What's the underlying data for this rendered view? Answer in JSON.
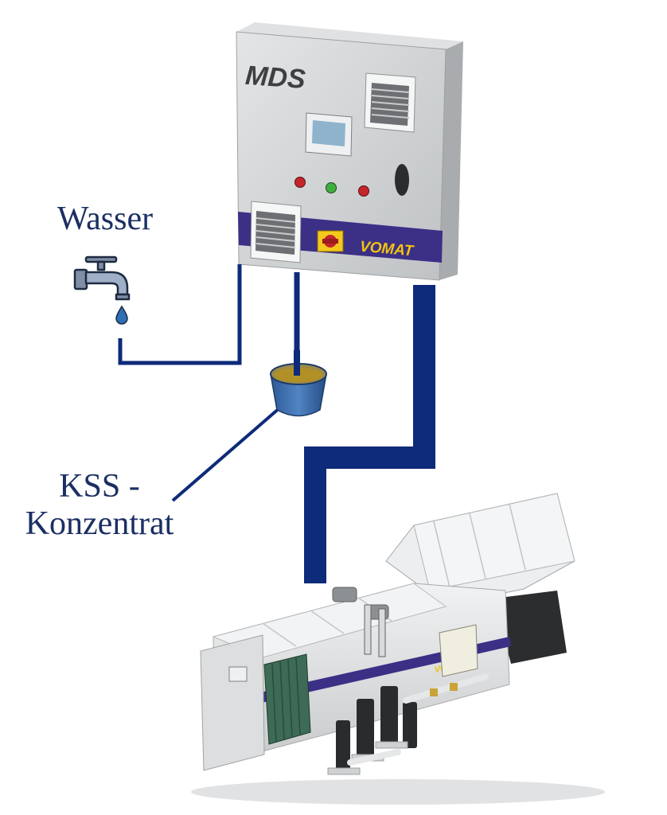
{
  "labels": {
    "water": "Wasser",
    "concentrate_line1": "KSS -",
    "concentrate_line2": "Konzentrat"
  },
  "cabinet": {
    "title": "MDS",
    "brand": "VOMAT"
  },
  "machine": {
    "brand": "VOMAT"
  },
  "colors": {
    "pipe": "#0e2a7a",
    "label": "#1b2f63",
    "brand_stripe": "#3c2f86",
    "brand_text": "#f1c40f",
    "cabinet_gray": "#c9cbcd",
    "bucket_blue": "#3d6fb3",
    "concentrate": "#b19025"
  },
  "icons": [
    "water-tap-icon",
    "water-drop-icon"
  ]
}
